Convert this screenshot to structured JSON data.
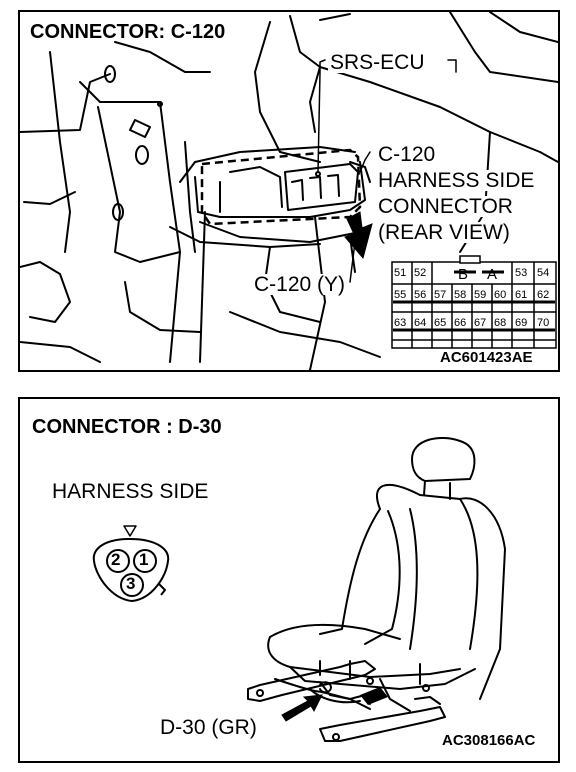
{
  "c120": {
    "title": "CONNECTOR: C-120",
    "ecu_label": "SRS-ECU",
    "connector_label_1": "C-120",
    "connector_label_2": "HARNESS SIDE",
    "connector_label_3": "CONNECTOR",
    "connector_label_4": "(REAR VIEW)",
    "plug_label": "C-120 (Y)",
    "figure_code": "AC601423AE",
    "pins_row1": [
      "51",
      "52",
      "B",
      "A",
      "53",
      "54"
    ],
    "pins_row2": [
      "55",
      "56",
      "57",
      "58",
      "59",
      "60",
      "61",
      "62"
    ],
    "pins_row3": [
      "63",
      "64",
      "65",
      "66",
      "67",
      "68",
      "69",
      "70"
    ]
  },
  "d30": {
    "title": "CONNECTOR : D-30",
    "harness_label": "HARNESS SIDE",
    "pins": [
      "2",
      "1",
      "3"
    ],
    "plug_label": "D-30 (GR)",
    "figure_code": "AC308166AC"
  }
}
